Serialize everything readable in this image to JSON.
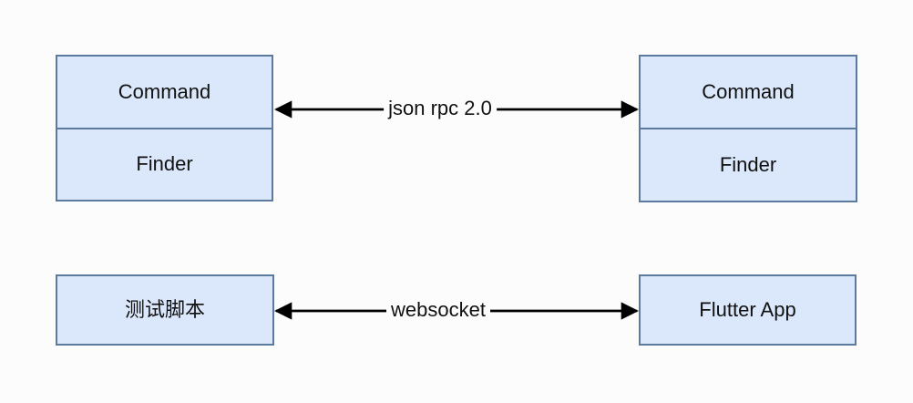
{
  "diagram": {
    "background_color": "#fcfcfc",
    "node_fill_color": "#dbe8fb",
    "node_border_color": "#5b7a9e",
    "arrow_color": "#000000",
    "nodes": {
      "left_stack": {
        "rows": [
          "Command",
          "Finder"
        ]
      },
      "right_stack": {
        "rows": [
          "Command",
          "Finder"
        ]
      },
      "test_script": {
        "label": "测试脚本"
      },
      "flutter_app": {
        "label": "Flutter App"
      }
    },
    "connections": [
      {
        "from": "left_stack",
        "to": "right_stack",
        "label": "json rpc 2.0",
        "style": "double-arrow"
      },
      {
        "from": "test_script",
        "to": "flutter_app",
        "label": "websocket",
        "style": "double-arrow"
      }
    ]
  }
}
